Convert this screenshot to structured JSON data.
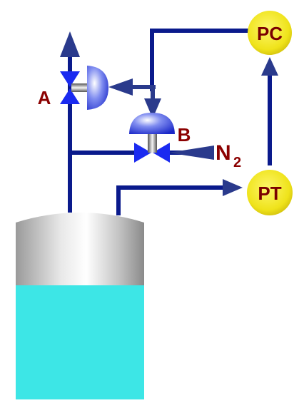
{
  "labels": {
    "valve_a": "A",
    "valve_b": "B",
    "gas_main": "N",
    "gas_sub": "2"
  },
  "instruments": {
    "controller": "PC",
    "transmitter": "PT"
  },
  "colors": {
    "line": "#0a1a8c",
    "arrow": "#2a3a8c",
    "valve": "#1a2af0",
    "label": "#8b0000",
    "instrument_fill": "#f2ea1c",
    "instrument_text": "#7a0000",
    "liquid": "#3de6e6",
    "tank_top": "#c8c8c8"
  }
}
